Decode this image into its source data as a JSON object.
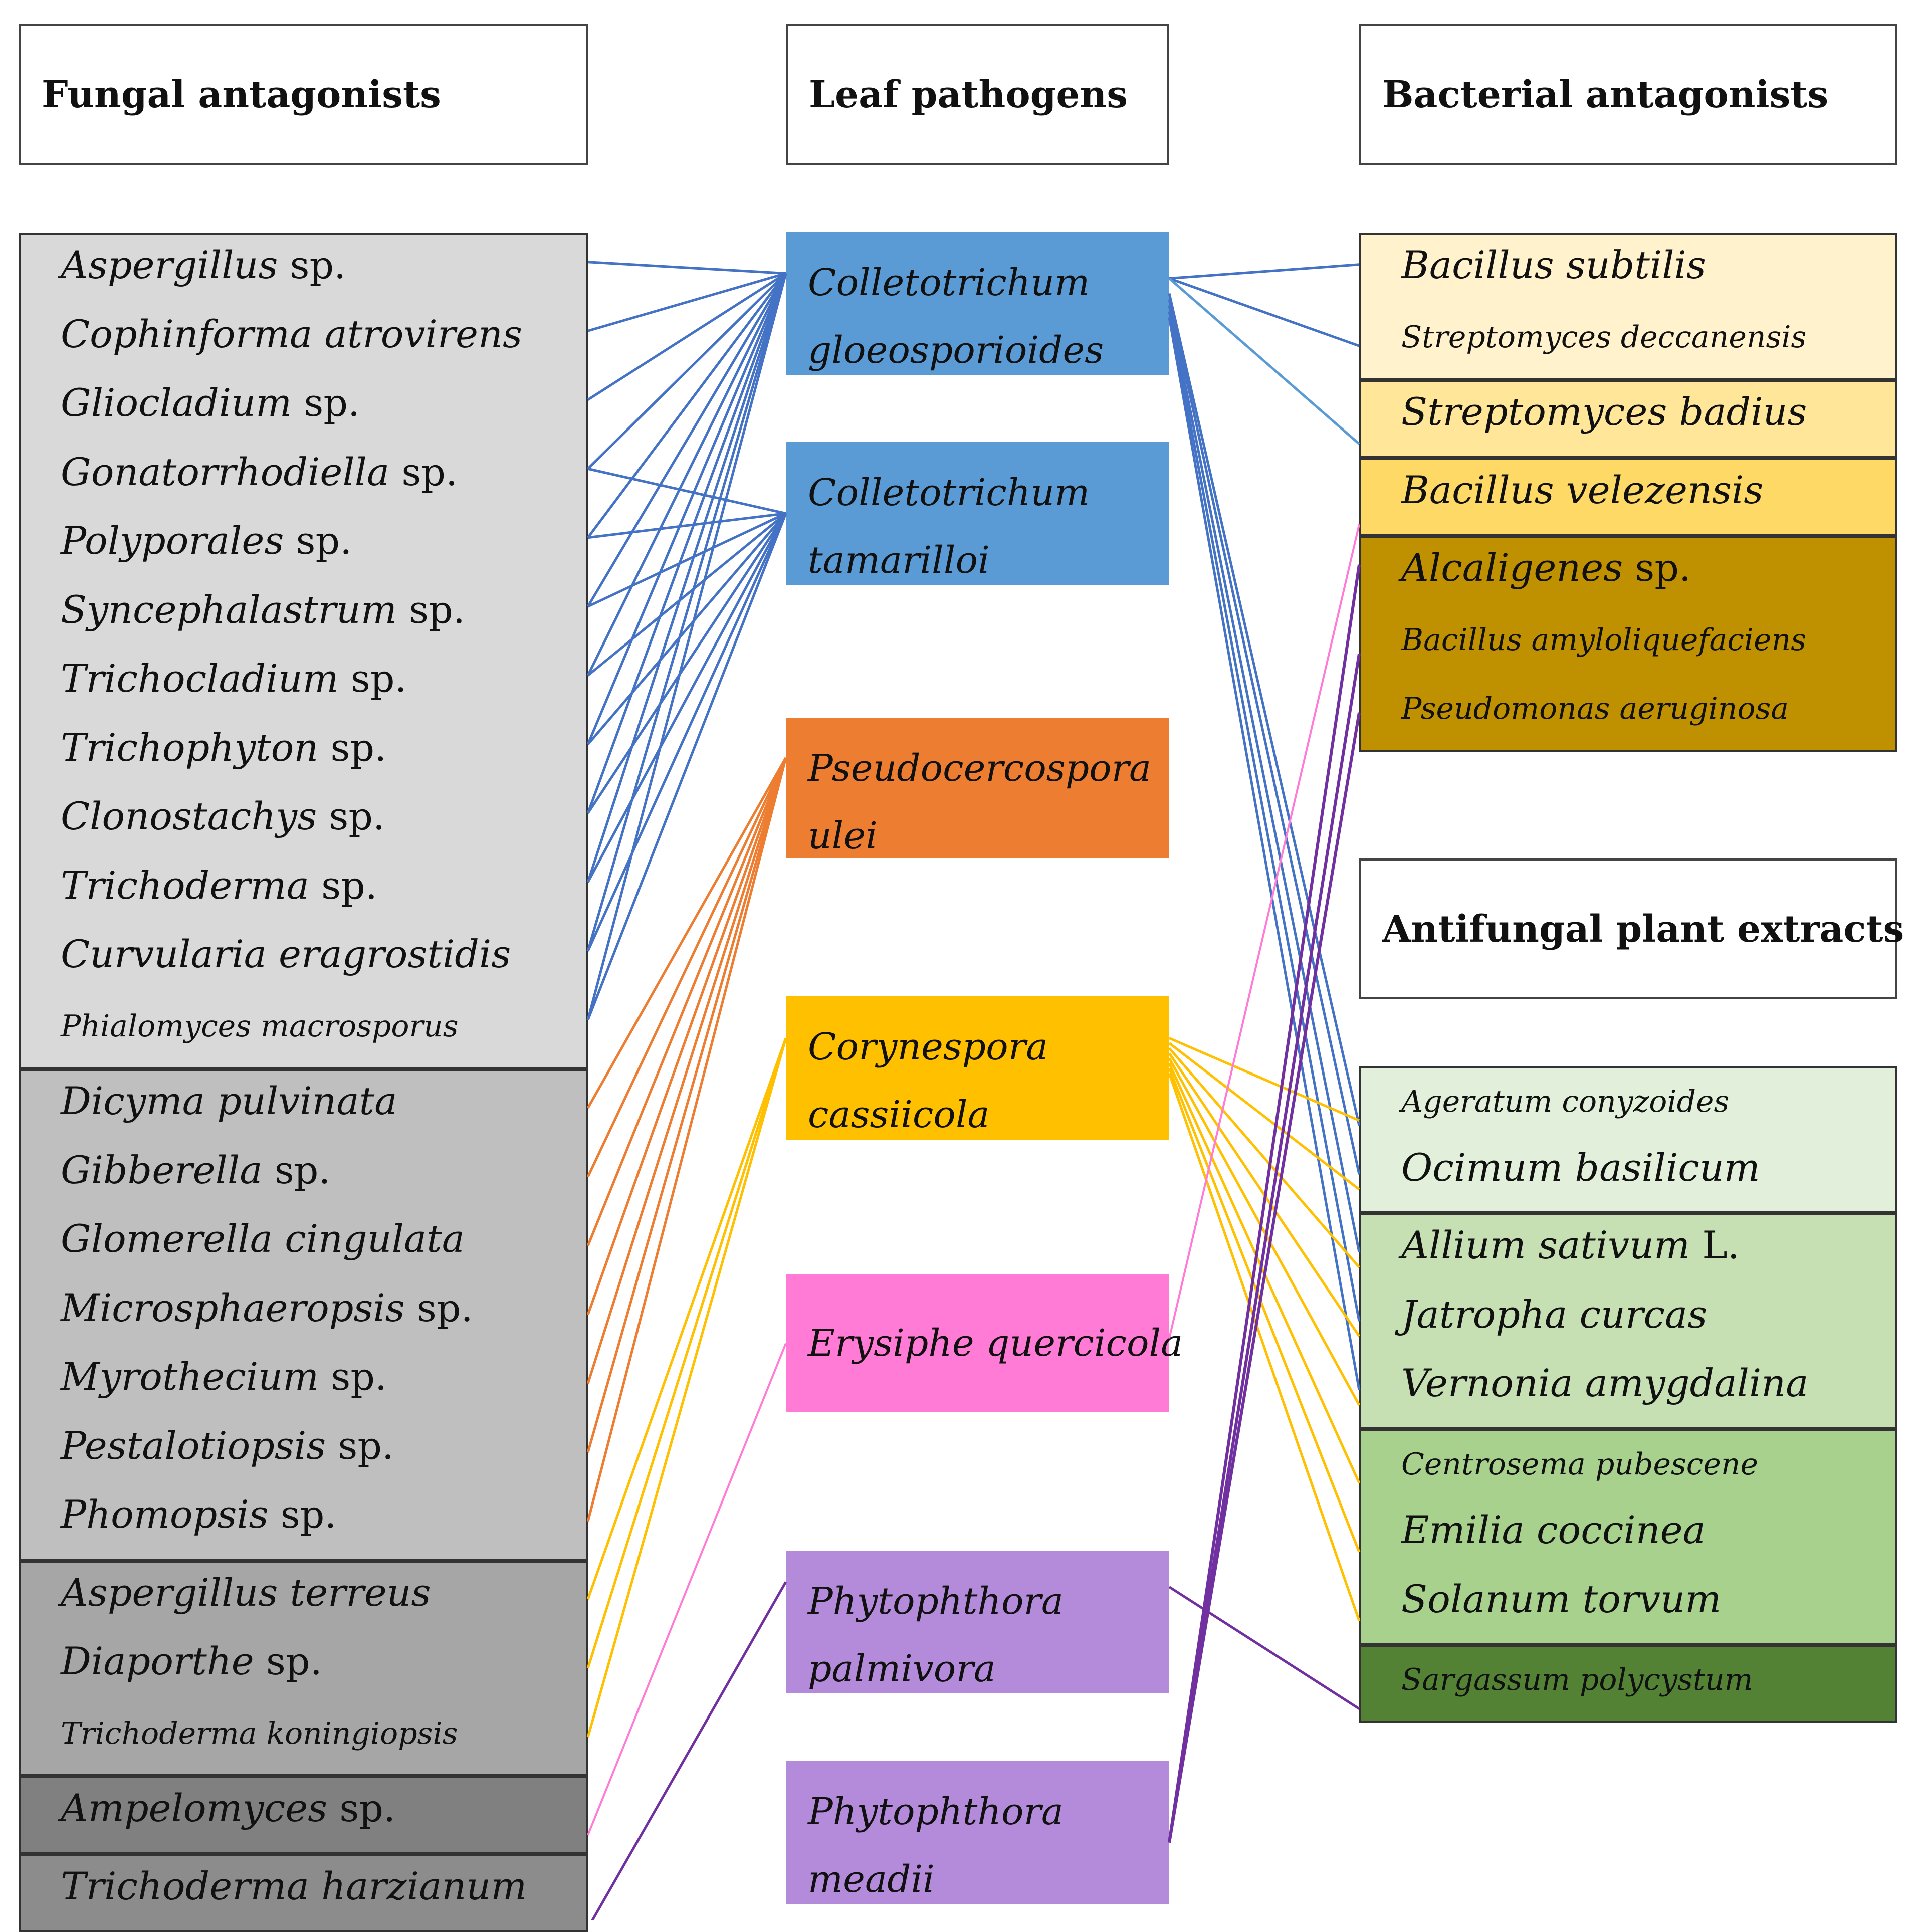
{
  "headings": {
    "fungal": "Fungal antagonists",
    "pathogens": "Leaf pathogens",
    "bacterial": "Bacterial antagonists",
    "plants": "Antifungal plant extracts"
  },
  "colors": {
    "colletotrichum": "#5B9BD5",
    "link_blue": "#4472C4",
    "pseudocercospora": "#ED7D31",
    "corynespora": "#FFC000",
    "erysiphe": "#FF7BD6",
    "phytophthora": "#B48BDB",
    "link_purple": "#7030A0"
  },
  "fungal_groups": [
    {
      "fill": "#D9D9D9",
      "items": [
        {
          "name": "Aspergillus",
          "suffix": " sp."
        },
        {
          "name": "Cophinforma atrovirens",
          "suffix": ""
        },
        {
          "name": "Gliocladium",
          "suffix": " sp."
        },
        {
          "name": "Gonatorrhodiella",
          "suffix": " sp."
        },
        {
          "name": "Polyporales",
          "suffix": " sp."
        },
        {
          "name": "Syncephalastrum",
          "suffix": " sp."
        },
        {
          "name": "Trichocladium",
          "suffix": " sp."
        },
        {
          "name": "Trichophyton",
          "suffix": " sp."
        },
        {
          "name": "Clonostachys",
          "suffix": " sp."
        },
        {
          "name": "Trichoderma",
          "suffix": " sp."
        },
        {
          "name": "Curvularia eragrostidis",
          "suffix": ""
        },
        {
          "name": "Phialomyces macrosporus",
          "suffix": "",
          "small": true
        }
      ]
    },
    {
      "fill": "#BFBFBF",
      "items": [
        {
          "name": "Dicyma pulvinata",
          "suffix": ""
        },
        {
          "name": "Gibberella",
          "suffix": " sp."
        },
        {
          "name": "Glomerella cingulata",
          "suffix": ""
        },
        {
          "name": "Microsphaeropsis",
          "suffix": " sp."
        },
        {
          "name": "Myrothecium",
          "suffix": " sp."
        },
        {
          "name": "Pestalotiopsis",
          "suffix": " sp."
        },
        {
          "name": "Phomopsis",
          "suffix": " sp."
        }
      ]
    },
    {
      "fill": "#A6A6A6",
      "items": [
        {
          "name": "Aspergillus terreus",
          "suffix": ""
        },
        {
          "name": "Diaporthe",
          "suffix": " sp."
        },
        {
          "name": "Trichoderma koningiopsis",
          "suffix": "",
          "small": true
        }
      ]
    },
    {
      "fill": "#808080",
      "items": [
        {
          "name": "Ampelomyces",
          "suffix": " sp."
        }
      ]
    },
    {
      "fill": "#8C8C8C",
      "items": [
        {
          "name": "Trichoderma harzianum",
          "suffix": ""
        }
      ]
    }
  ],
  "pathogens": [
    {
      "lines": [
        "Colletotrichum",
        "gloeosporioides"
      ],
      "fill": "#5B9BD5"
    },
    {
      "lines": [
        "Colletotrichum",
        "tamarilloi"
      ],
      "fill": "#5B9BD5"
    },
    {
      "lines": [
        "Pseudocercospora",
        "ulei"
      ],
      "fill": "#ED7D31"
    },
    {
      "lines": [
        "Corynespora",
        "cassiicola"
      ],
      "fill": "#FFC000"
    },
    {
      "lines": [
        "Erysiphe quercicola"
      ],
      "fill": "#FF7BD6"
    },
    {
      "lines": [
        "Phytophthora",
        "palmivora"
      ],
      "fill": "#B48BDB"
    },
    {
      "lines": [
        "Phytophthora",
        "meadii"
      ],
      "fill": "#B48BDB"
    }
  ],
  "bacterial_groups": [
    {
      "fill": "#FFF2CC",
      "items": [
        {
          "name": "Bacillus subtilis",
          "suffix": ""
        },
        {
          "name": "Streptomyces deccanensis",
          "suffix": "",
          "small": true
        }
      ]
    },
    {
      "fill": "#FFE699",
      "items": [
        {
          "name": "Streptomyces badius",
          "suffix": ""
        }
      ]
    },
    {
      "fill": "#FFD966",
      "items": [
        {
          "name": "Bacillus velezensis",
          "suffix": ""
        }
      ]
    },
    {
      "fill": "#BF9000",
      "items": [
        {
          "name": "Alcaligenes",
          "suffix": " sp."
        },
        {
          "name": "Bacillus amyloliquefaciens",
          "suffix": "",
          "small": true
        },
        {
          "name": "Pseudomonas aeruginosa",
          "suffix": "",
          "small": true
        }
      ]
    }
  ],
  "plant_groups": [
    {
      "fill": "#E2EFDA",
      "items": [
        {
          "name": "Ageratum conyzoides",
          "suffix": "",
          "small": true
        },
        {
          "name": "Ocimum basilicum",
          "suffix": ""
        }
      ]
    },
    {
      "fill": "#C6E0B4",
      "items": [
        {
          "name": "Allium sativum",
          "suffix": " L."
        },
        {
          "name": "Jatropha curcas",
          "suffix": ""
        },
        {
          "name": "Vernonia amygdalina",
          "suffix": ""
        }
      ]
    },
    {
      "fill": "#A9D18E",
      "items": [
        {
          "name": "Centrosema pubescene",
          "suffix": "",
          "small": true
        },
        {
          "name": "Emilia coccinea",
          "suffix": ""
        },
        {
          "name": "Solanum torvum",
          "suffix": ""
        }
      ]
    },
    {
      "fill": "#548235",
      "items": [
        {
          "name": "Sargassum polycystum",
          "suffix": "",
          "small": true
        }
      ]
    }
  ]
}
